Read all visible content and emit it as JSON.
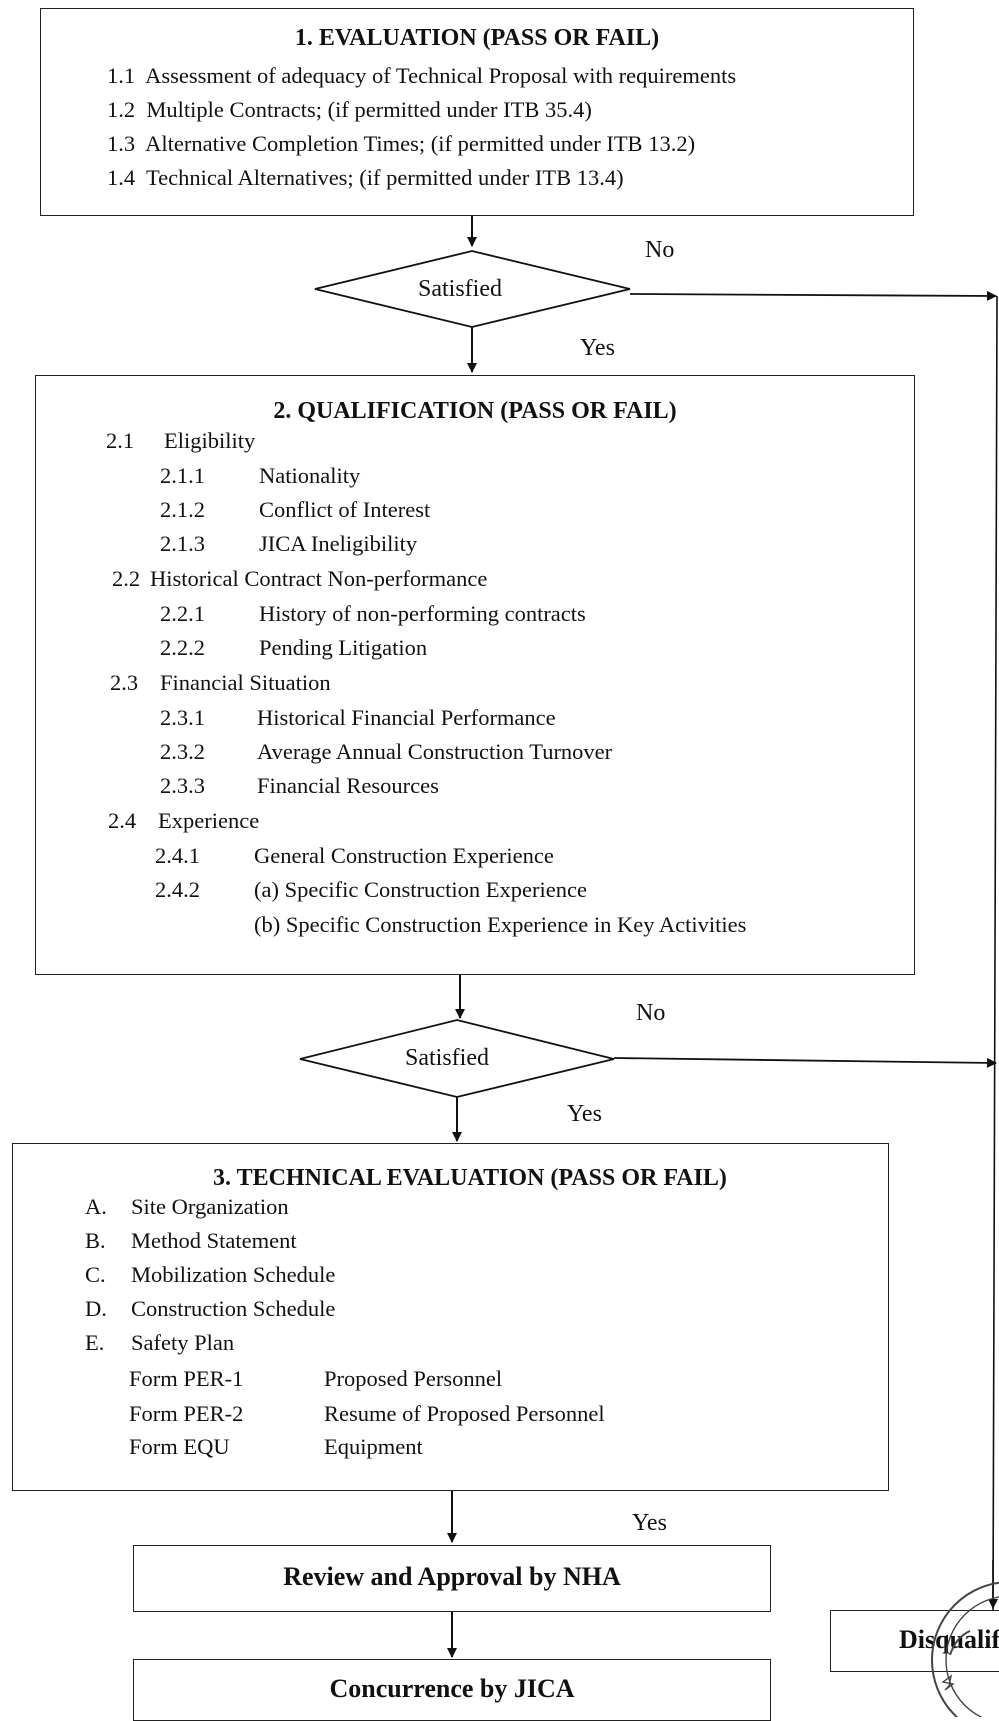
{
  "box1": {
    "title": "1.   EVALUATION (PASS OR FAIL)",
    "items": [
      {
        "num": "1.1",
        "text": "Assessment of adequacy of Technical Proposal with requirements"
      },
      {
        "num": "1.2",
        "text": "Multiple Contracts; (if permitted under ITB 35.4)"
      },
      {
        "num": "1.3",
        "text": "Alternative Completion Times; (if permitted under ITB 13.2)"
      },
      {
        "num": "1.4",
        "text": "Technical Alternatives; (if permitted under ITB 13.4)"
      }
    ]
  },
  "decision1": {
    "label": "Satisfied",
    "no": "No",
    "yes": "Yes"
  },
  "box2": {
    "title": "2. QUALIFICATION (PASS OR FAIL)",
    "sections": [
      {
        "num": "2.1",
        "text": "Eligibility",
        "subs": [
          {
            "num": "2.1.1",
            "text": "Nationality"
          },
          {
            "num": "2.1.2",
            "text": "Conflict of Interest"
          },
          {
            "num": "2.1.3",
            "text": "JICA Ineligibility"
          }
        ]
      },
      {
        "num": "2.2",
        "text": "Historical Contract Non-performance",
        "subs": [
          {
            "num": "2.2.1",
            "text": "History of non-performing contracts"
          },
          {
            "num": "2.2.2",
            "text": "Pending Litigation"
          }
        ]
      },
      {
        "num": "2.3",
        "text": "Financial Situation",
        "subs": [
          {
            "num": "2.3.1",
            "text": "Historical Financial Performance"
          },
          {
            "num": "2.3.2",
            "text": "Average Annual Construction Turnover"
          },
          {
            "num": "2.3.3",
            "text": "Financial Resources"
          }
        ]
      },
      {
        "num": "2.4",
        "text": "Experience",
        "subs": [
          {
            "num": "2.4.1",
            "text": "General Construction Experience"
          },
          {
            "num": "2.4.2",
            "text": "(a) Specific Construction Experience"
          },
          {
            "num": "",
            "text": "(b) Specific Construction Experience in Key Activities"
          }
        ]
      }
    ]
  },
  "decision2": {
    "label": "Satisfied",
    "no": "No",
    "yes": "Yes"
  },
  "box3": {
    "title": "3. TECHNICAL EVALUATION (PASS OR FAIL)",
    "items": [
      {
        "letter": "A.",
        "text": "Site Organization"
      },
      {
        "letter": "B.",
        "text": "Method Statement"
      },
      {
        "letter": "C.",
        "text": "Mobilization Schedule"
      },
      {
        "letter": "D.",
        "text": "Construction Schedule"
      },
      {
        "letter": "E.",
        "text": "Safety Plan"
      }
    ],
    "forms": [
      {
        "form": "Form PER-1",
        "text": "Proposed Personnel"
      },
      {
        "form": "Form PER-2",
        "text": "Resume of Proposed Personnel"
      },
      {
        "form": "Form EQU",
        "text": "Equipment"
      }
    ],
    "yes": "Yes"
  },
  "review": {
    "label": "Review and Approval by NHA"
  },
  "concurrence": {
    "label": "Concurrence by JICA"
  },
  "disqualified": {
    "label": "Disqualified"
  }
}
